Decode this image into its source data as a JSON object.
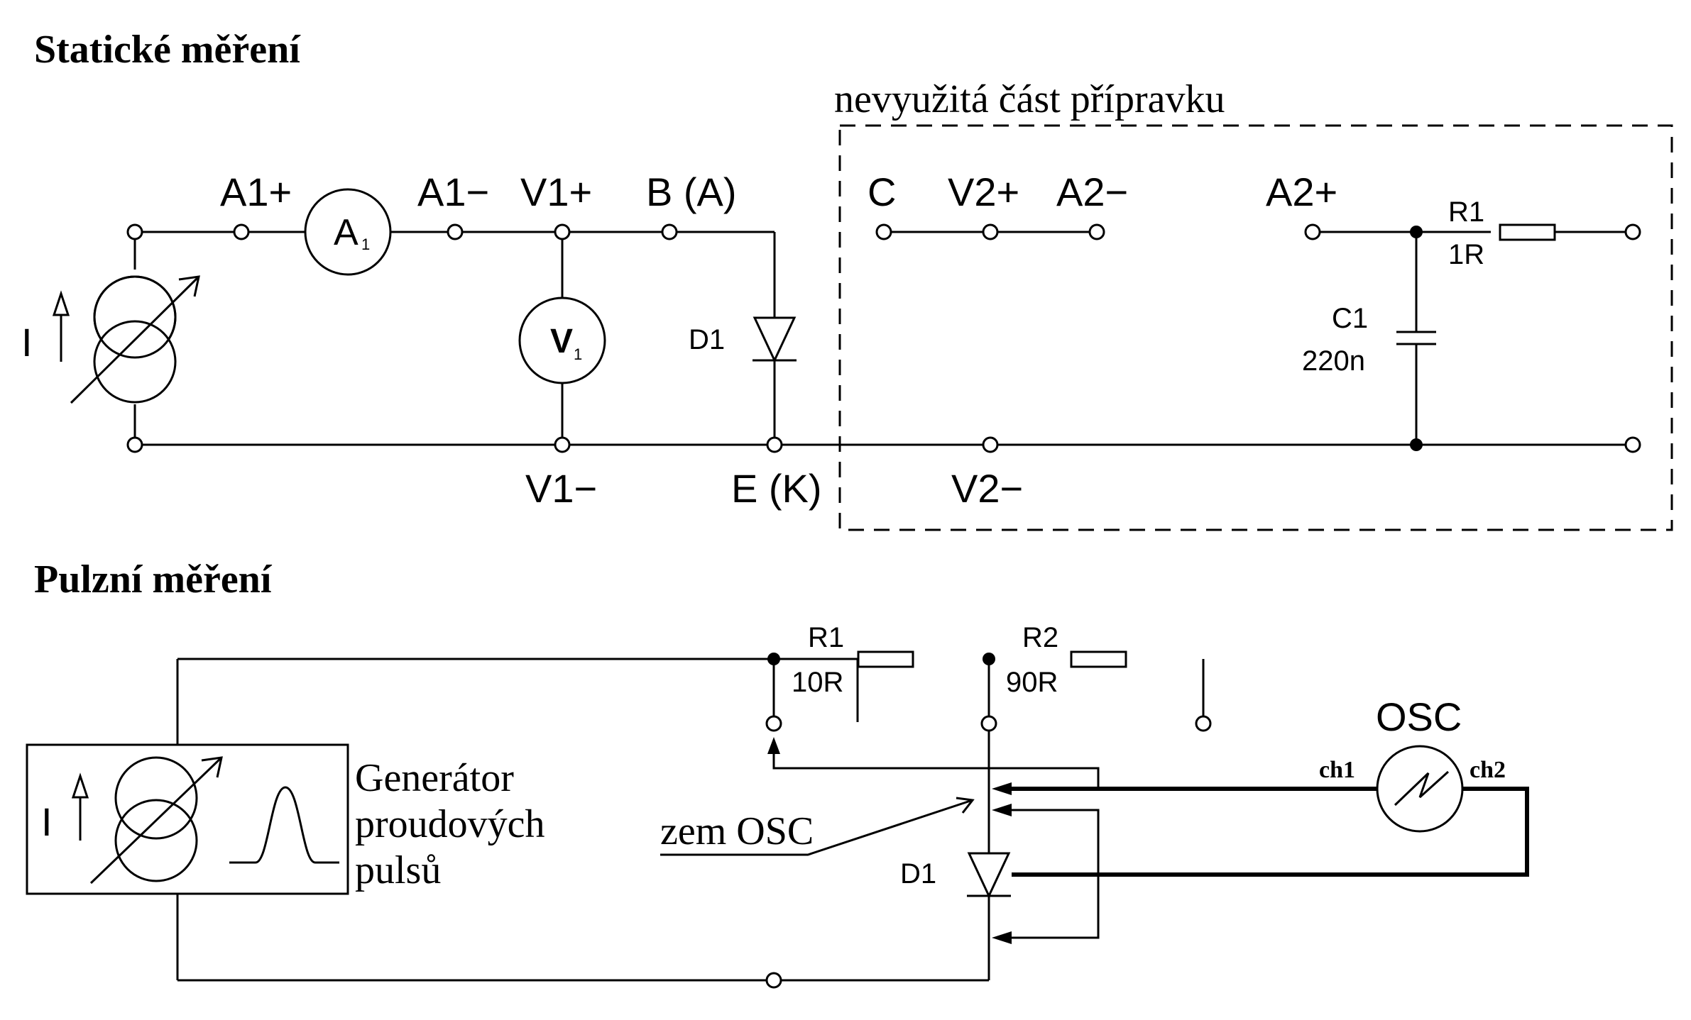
{
  "static_section": {
    "title": "Statické měření",
    "unused_area_label": "nevyužitá část přípravku",
    "source_label": "I",
    "terminals": {
      "a1_plus": "A1+",
      "a1_minus": "A1−",
      "v1_plus": "V1+",
      "b_a": "B (A)",
      "c": "C",
      "v2_plus": "V2+",
      "a2_minus": "A2−",
      "a2_plus": "A2+",
      "v1_minus": "V1−",
      "e_k": "E (K)",
      "v2_minus": "V2−"
    },
    "ammeter": {
      "letter": "A",
      "index": "1"
    },
    "voltmeter": {
      "letter": "V",
      "index": "1"
    },
    "diode_label": "D1",
    "r1": {
      "name": "R1",
      "value": "1R"
    },
    "c1": {
      "name": "C1",
      "value": "220n"
    }
  },
  "pulse_section": {
    "title": "Pulzní měření",
    "source_label": "I",
    "generator_label": [
      "Generátor",
      "proudových",
      "pulsů"
    ],
    "r1": {
      "name": "R1",
      "value": "10R"
    },
    "r2": {
      "name": "R2",
      "value": "90R"
    },
    "osc_label": "OSC",
    "ch1_label": "ch1",
    "ch2_label": "ch2",
    "ground_label": "zem OSC",
    "diode_label": "D1"
  }
}
